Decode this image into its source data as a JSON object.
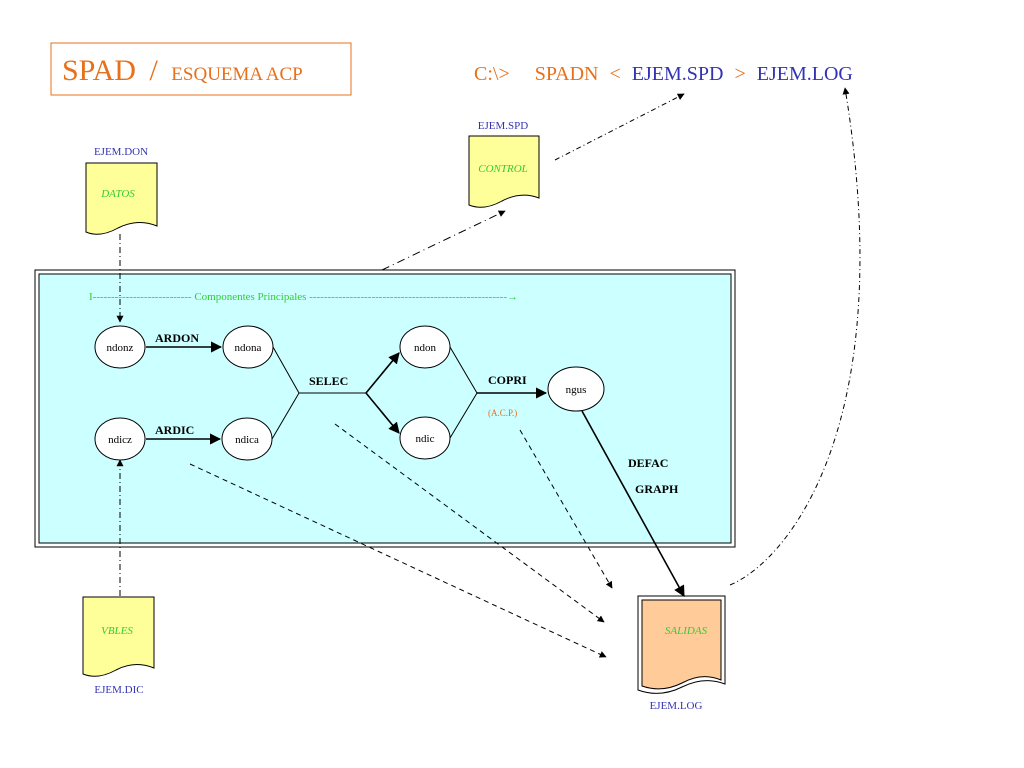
{
  "title": {
    "main": "SPAD",
    "slash": "/",
    "sub": "ESQUEMA ACP"
  },
  "command": {
    "prompt": "C:\\>",
    "program": "SPADN",
    "lt": "<",
    "input": "EJEM.SPD",
    "gt": ">",
    "output": "EJEM.LOG"
  },
  "files": {
    "datos": {
      "label": "DATOS",
      "filename": "EJEM.DON"
    },
    "control": {
      "label": "CONTROL",
      "filename": "EJEM.SPD"
    },
    "vbles": {
      "label": "VBLES",
      "filename": "EJEM.DIC"
    },
    "salidas": {
      "label": "SALIDAS",
      "filename": "EJEM.LOG"
    }
  },
  "panel": {
    "header": "I--------------------------- Componentes Principales ------------------------------------------------------→"
  },
  "nodes": {
    "ndonz": "ndonz",
    "ndona": "ndona",
    "ndicz": "ndicz",
    "ndica": "ndica",
    "ndon": "ndon",
    "ndic": "ndic",
    "ngus": "ngus"
  },
  "steps": {
    "ardon": "ARDON",
    "ardic": "ARDIC",
    "selec": "SELEC",
    "copri": "COPRI",
    "acp": "(A.C.P.)",
    "defac": "DEFAC",
    "graph": "GRAPH"
  },
  "colors": {
    "orange": "#e8701a",
    "blue": "#3333b3",
    "green": "#33cc33",
    "doc_yellow": "#ffff99",
    "salidas_fill": "#ffcc99",
    "panel_fill": "#ccffff"
  }
}
